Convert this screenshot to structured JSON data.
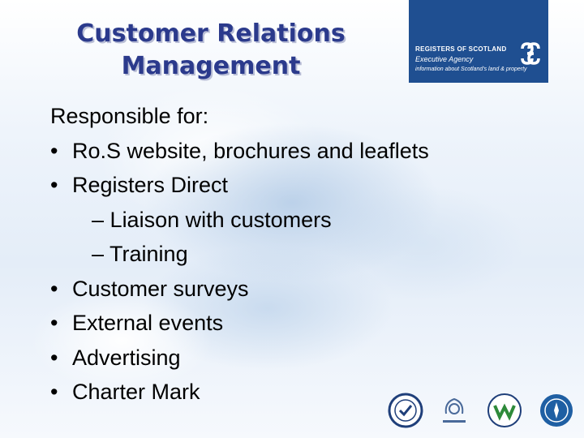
{
  "slide": {
    "title_line1": "Customer Relations",
    "title_line2": "Management",
    "intro": "Responsible for:",
    "bullet_symbol": "•",
    "sub_dash": "–",
    "items": [
      "Ro.S website, brochures and leaflets",
      "Registers Direct"
    ],
    "subitems": [
      "Liaison with customers",
      "Training"
    ],
    "items_after": [
      "Customer surveys",
      "External events",
      "Advertising",
      "Charter Mark"
    ]
  },
  "logo": {
    "line1": "REGISTERS OF SCOTLAND",
    "line2": "Executive Agency",
    "line3": "information about Scotland's land & property",
    "background": "#1f4f91",
    "icon": "ros-knot-icon"
  },
  "colors": {
    "title": "#2b3a8c",
    "text": "#000000"
  },
  "footer_badges": [
    "charter-mark-icon",
    "investors-in-people-icon",
    "positive-about-disabled-people-icon",
    "accreditation-seal-icon"
  ]
}
